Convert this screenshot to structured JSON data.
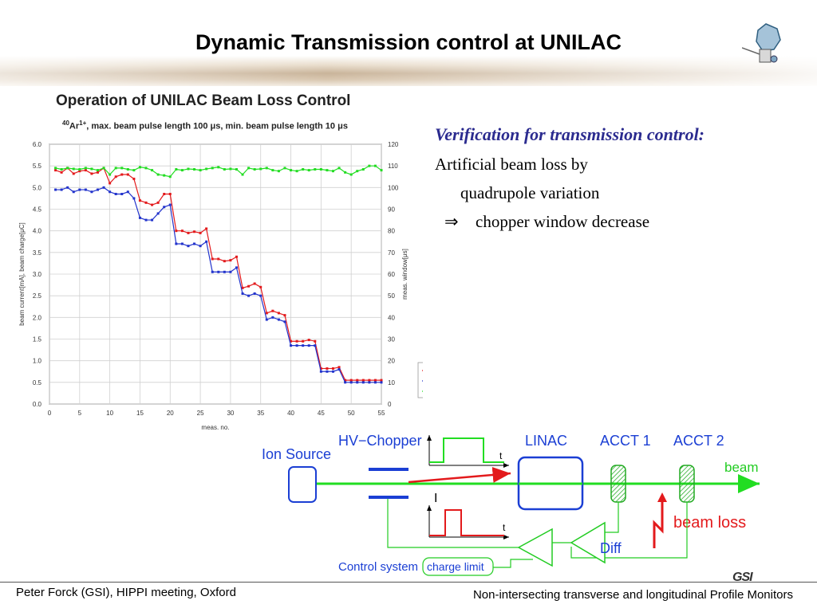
{
  "slide": {
    "title": "Dynamic Transmission control at UNILAC",
    "footer_left": "Peter Forck (GSI), HIPPI meeting, Oxford",
    "footer_right": "Non-intersecting transverse and longitudinal  Profile Monitors",
    "footer_logo": "GSI"
  },
  "panel": {
    "title": "Operation of UNILAC Beam Loss Control",
    "subtitle_sup": "40",
    "subtitle_rest": "Ar",
    "subtitle_charge": "1+",
    "subtitle_tail": ", max. beam pulse length 100 μs, min. beam pulse length 10 μs"
  },
  "text": {
    "heading": "Verification for transmission control:",
    "line1": "Artificial beam loss by",
    "line2": "quadrupole variation",
    "arrow": "⇒",
    "line3": "chopper window decrease"
  },
  "chart_data": {
    "type": "line",
    "xlabel": "meas. no.",
    "ylabel_left": "beam current[mA], beam charge[μC]",
    "ylabel_right": "meas. window[μs]",
    "xlim": [
      0,
      55
    ],
    "ylim_left": [
      0,
      6
    ],
    "ylim_right": [
      0,
      120
    ],
    "x_ticks": [
      "0",
      "5",
      "10",
      "15",
      "20",
      "25",
      "30",
      "35",
      "40",
      "45",
      "50",
      "55"
    ],
    "y_left_ticks": [
      "0.0",
      "0.5",
      "1.0",
      "1.5",
      "2.0",
      "2.5",
      "3.0",
      "3.5",
      "4.0",
      "4.5",
      "5.0",
      "5.5",
      "6.0"
    ],
    "y_right_ticks": [
      "0",
      "10",
      "20",
      "30",
      "40",
      "50",
      "60",
      "70",
      "80",
      "90",
      "100",
      "110",
      "120"
    ],
    "legend_position": "bottom-right",
    "grid": true,
    "x": [
      1,
      2,
      3,
      4,
      5,
      6,
      7,
      8,
      9,
      10,
      11,
      12,
      13,
      14,
      15,
      16,
      17,
      18,
      19,
      20,
      21,
      22,
      23,
      24,
      25,
      26,
      27,
      28,
      29,
      30,
      31,
      32,
      33,
      34,
      35,
      36,
      37,
      38,
      39,
      40,
      41,
      42,
      43,
      44,
      45,
      46,
      47,
      48,
      49,
      50,
      51,
      52,
      53,
      54,
      55
    ],
    "series": [
      {
        "name": "beam charge[μC]",
        "color": "#e31a1c",
        "axis": "left",
        "values": [
          5.4,
          5.35,
          5.45,
          5.32,
          5.38,
          5.4,
          5.32,
          5.35,
          5.45,
          5.1,
          5.25,
          5.3,
          5.3,
          5.2,
          4.7,
          4.65,
          4.6,
          4.65,
          4.85,
          4.85,
          4.0,
          4.0,
          3.95,
          3.98,
          3.95,
          4.05,
          3.35,
          3.35,
          3.3,
          3.32,
          3.4,
          2.68,
          2.72,
          2.78,
          2.7,
          2.1,
          2.15,
          2.1,
          2.05,
          1.45,
          1.45,
          1.45,
          1.48,
          1.45,
          0.82,
          0.82,
          0.82,
          0.85,
          0.55,
          0.55,
          0.55,
          0.55,
          0.55,
          0.55,
          0.55
        ]
      },
      {
        "name": "meas. window[μs]",
        "color": "#2233cc",
        "axis": "right",
        "values": [
          99,
          99,
          100,
          98,
          99,
          99,
          98,
          99,
          100,
          98,
          97,
          97,
          98,
          95,
          86,
          85,
          85,
          88,
          91,
          92,
          74,
          74,
          73,
          74,
          73,
          75,
          61,
          61,
          61,
          61,
          63,
          51,
          50,
          51,
          50,
          39,
          40,
          39,
          38,
          27,
          27,
          27,
          27,
          27,
          15,
          15,
          15,
          16,
          10,
          10,
          10,
          10,
          10,
          10,
          10
        ]
      },
      {
        "name": "beam current[mA]",
        "color": "#22dd22",
        "axis": "left",
        "values": [
          5.45,
          5.42,
          5.45,
          5.43,
          5.42,
          5.45,
          5.43,
          5.4,
          5.45,
          5.3,
          5.45,
          5.45,
          5.42,
          5.4,
          5.47,
          5.45,
          5.4,
          5.3,
          5.28,
          5.25,
          5.42,
          5.4,
          5.43,
          5.42,
          5.4,
          5.43,
          5.45,
          5.47,
          5.42,
          5.43,
          5.42,
          5.3,
          5.45,
          5.42,
          5.43,
          5.45,
          5.4,
          5.38,
          5.45,
          5.4,
          5.38,
          5.42,
          5.4,
          5.42,
          5.42,
          5.4,
          5.38,
          5.45,
          5.35,
          5.3,
          5.38,
          5.42,
          5.5,
          5.5,
          5.4
        ]
      }
    ]
  },
  "diagram": {
    "ion_source": "Ion Source",
    "hv_chopper": "HV−Chopper",
    "linac": "LINAC",
    "acct1": "ACCT 1",
    "acct2": "ACCT 2",
    "beam": "beam",
    "beam_loss": "beam loss",
    "diff": "Diff",
    "control_system": "Control system",
    "charge_limit": "charge limit",
    "t_label": "t",
    "i_label": "I",
    "colors": {
      "beam": "#22dd22",
      "box": "#1b3fd4",
      "loss": "#e31a1c",
      "signal": "#22cc22"
    }
  }
}
